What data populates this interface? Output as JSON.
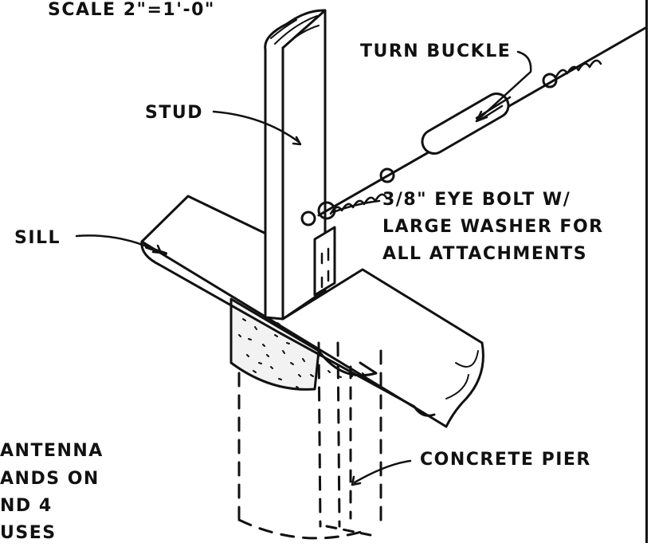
{
  "drawing": {
    "scale_note": "SCALE 2\"=1'-0\"",
    "labels": {
      "turn_buckle": "TURN BUCKLE",
      "stud": "STUD",
      "sill": "SILL",
      "eye_bolt_line1": "3/8\" EYE BOLT W/",
      "eye_bolt_line2": "LARGE WASHER FOR",
      "eye_bolt_line3": "ALL ATTACHMENTS",
      "concrete_pier": "CONCRETE PIER"
    },
    "note_lines": [
      "ANTENNA",
      "ANDS ON",
      "ND 4",
      "USES"
    ]
  },
  "colors": {
    "ink": "#111111",
    "paper": "#ffffff"
  }
}
